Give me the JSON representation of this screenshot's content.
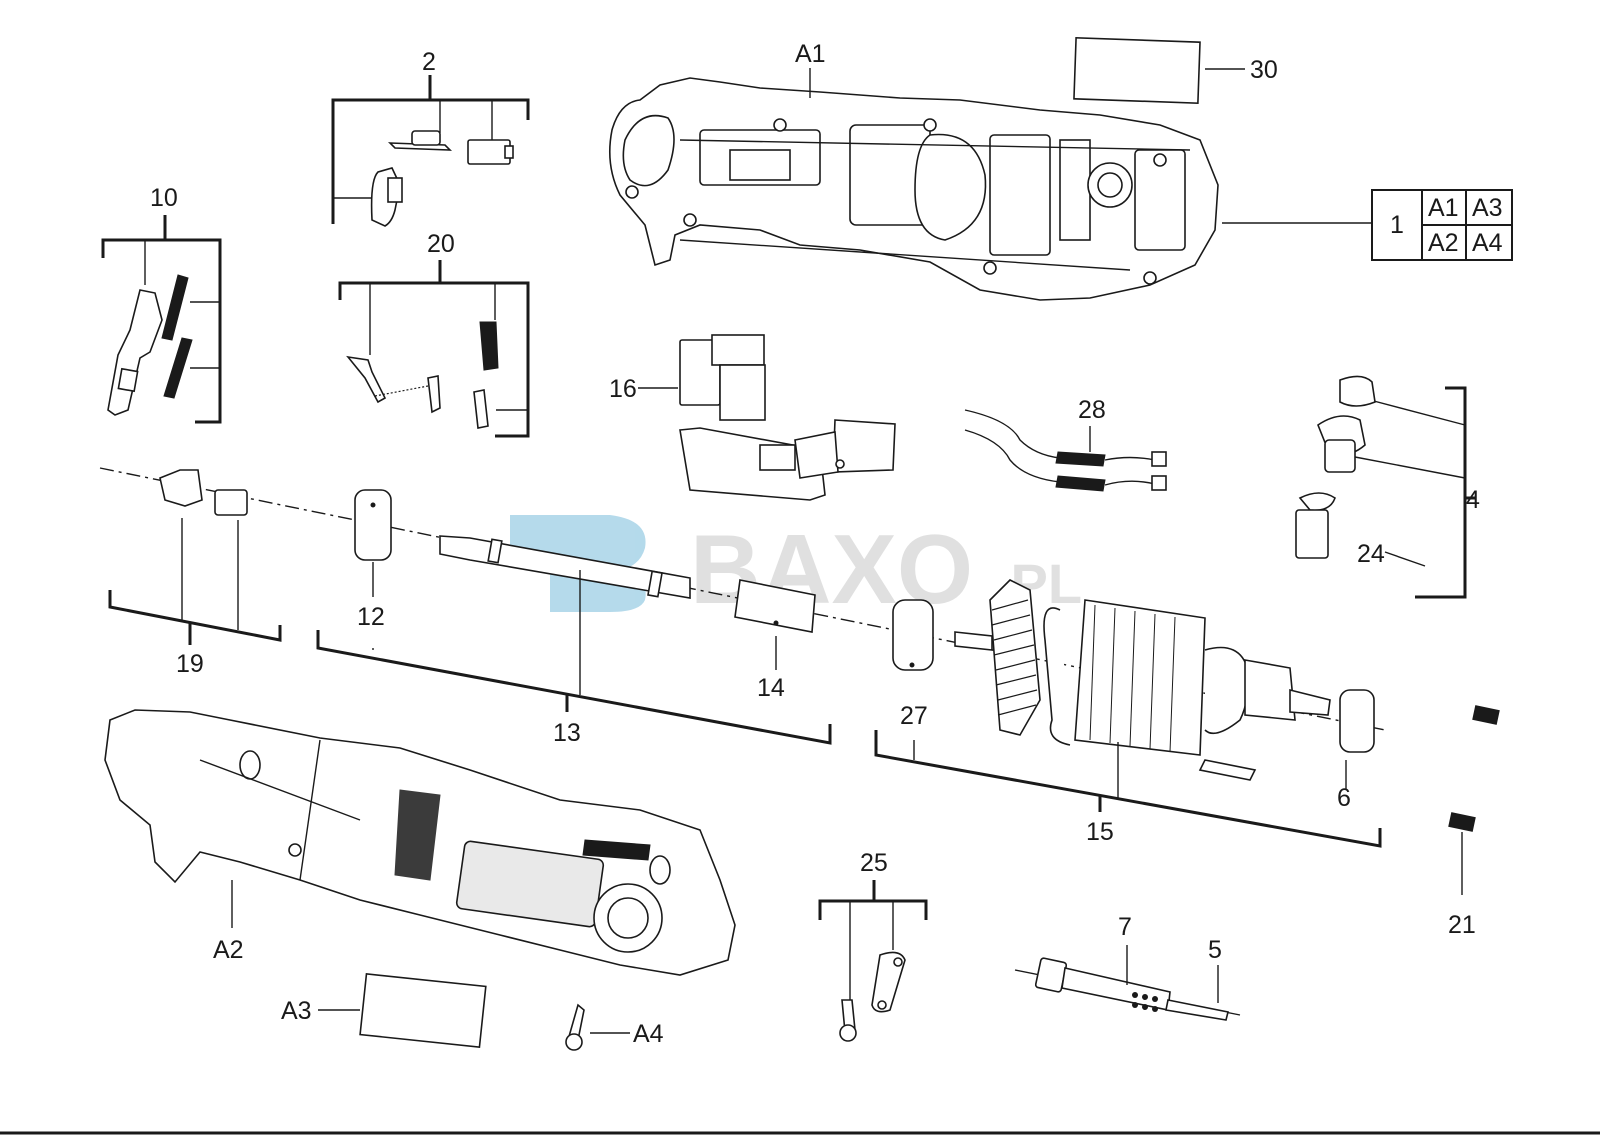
{
  "watermark": {
    "brand": "BAXO",
    "suffix": ".PL",
    "color": "#a8d4e8"
  },
  "labels": {
    "l1": "1",
    "l2": "2",
    "l4": "4",
    "l5": "5",
    "l6": "6",
    "l7": "7",
    "l10": "10",
    "l12": "12",
    "l13": "13",
    "l14": "14",
    "l15": "15",
    "l16": "16",
    "l19": "19",
    "l20": "20",
    "l21": "21",
    "l24": "24",
    "l25": "25",
    "l27": "27",
    "l28": "28",
    "l30": "30",
    "lA1": "A1",
    "lA2": "A2",
    "lA3": "A3",
    "lA4": "A4"
  },
  "housing_table": {
    "group": "1",
    "cells": [
      "A1",
      "A3",
      "A2",
      "A4"
    ]
  }
}
